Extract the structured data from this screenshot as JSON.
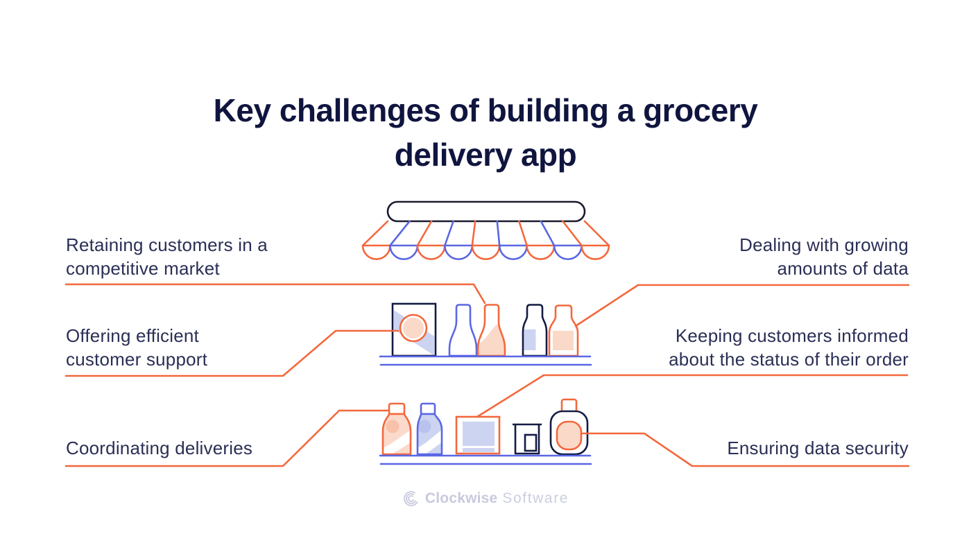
{
  "title": {
    "line1": "Key challenges of building a grocery",
    "line2": "delivery app"
  },
  "challenges": {
    "left": [
      {
        "line1": "Retaining customers in a",
        "line2": "competitive market"
      },
      {
        "line1": "Offering efficient",
        "line2": "customer support"
      },
      {
        "line1": "Coordinating deliveries"
      }
    ],
    "right": [
      {
        "line1": "Dealing with growing",
        "line2": "amounts of data"
      },
      {
        "line1": "Keeping customers informed",
        "line2": "about the status of their order"
      },
      {
        "line1": "Ensuring data security"
      }
    ]
  },
  "footer": {
    "brand_bold": "Clockwise",
    "brand_light": "Software"
  },
  "colors": {
    "orange": "#F3683C",
    "blue": "#5A67E3",
    "navy": "#131B43",
    "awning_outline": "#1A1B2E",
    "title_text": "#10153F",
    "label_text": "#2A2F55",
    "light_orange_fill": "#FBD9C8",
    "light_blue_fill": "#CCD4F2",
    "logo_gray": "#C7CADD",
    "background": "#FFFFFF"
  }
}
